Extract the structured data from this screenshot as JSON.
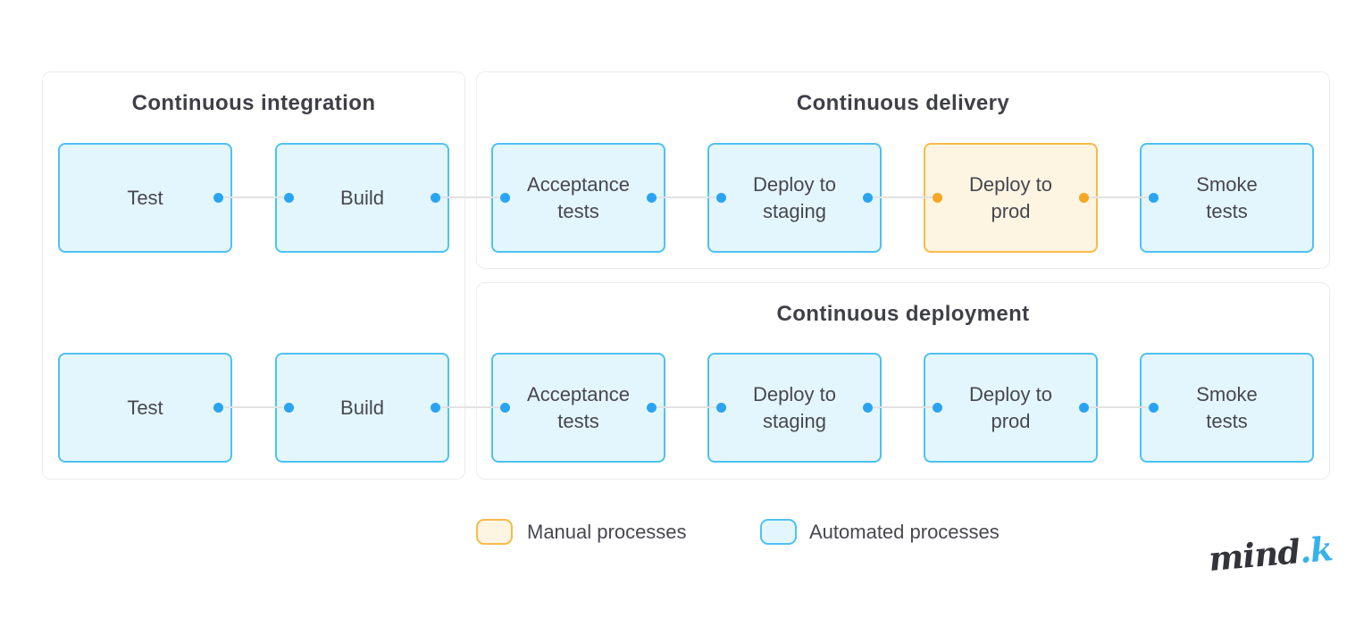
{
  "diagram": {
    "panels": [
      {
        "title": "Continuous integration",
        "boxes": [
          {
            "lines": [
              "Test"
            ],
            "type": "automated"
          },
          {
            "lines": [
              "Build"
            ],
            "type": "automated"
          },
          {
            "lines": [
              "Test"
            ],
            "type": "automated"
          },
          {
            "lines": [
              "Build"
            ],
            "type": "automated"
          }
        ]
      },
      {
        "title": "Continuous delivery",
        "boxes": [
          {
            "lines": [
              "Acceptance",
              "tests"
            ],
            "type": "automated"
          },
          {
            "lines": [
              "Deploy to",
              "staging"
            ],
            "type": "automated"
          },
          {
            "lines": [
              "Deploy to",
              "prod"
            ],
            "type": "manual"
          },
          {
            "lines": [
              "Smoke",
              "tests"
            ],
            "type": "automated"
          }
        ]
      },
      {
        "title": "Continuous deployment",
        "boxes": [
          {
            "lines": [
              "Acceptance",
              "tests"
            ],
            "type": "automated"
          },
          {
            "lines": [
              "Deploy to",
              "staging"
            ],
            "type": "automated"
          },
          {
            "lines": [
              "Deploy to",
              "prod"
            ],
            "type": "automated"
          },
          {
            "lines": [
              "Smoke",
              "tests"
            ],
            "type": "automated"
          }
        ]
      }
    ]
  },
  "legend": {
    "manual": {
      "label": "Manual processes",
      "border": "#f8bb49",
      "fill": "#fdf4e2",
      "dot": "#f5a623"
    },
    "automated": {
      "label": "Automated processes",
      "border": "#4fc1f2",
      "fill": "#e4f6fd",
      "dot": "#29a4f2"
    }
  },
  "logo": {
    "word": "mind",
    "suffix": ".k",
    "accent_color": "#35b2ee"
  },
  "colors": {
    "panel_border": "#ececec",
    "connector_line": "#e2e2e2",
    "title_text": "#3f3f48",
    "body_text": "#474750",
    "background": "#ffffff"
  }
}
